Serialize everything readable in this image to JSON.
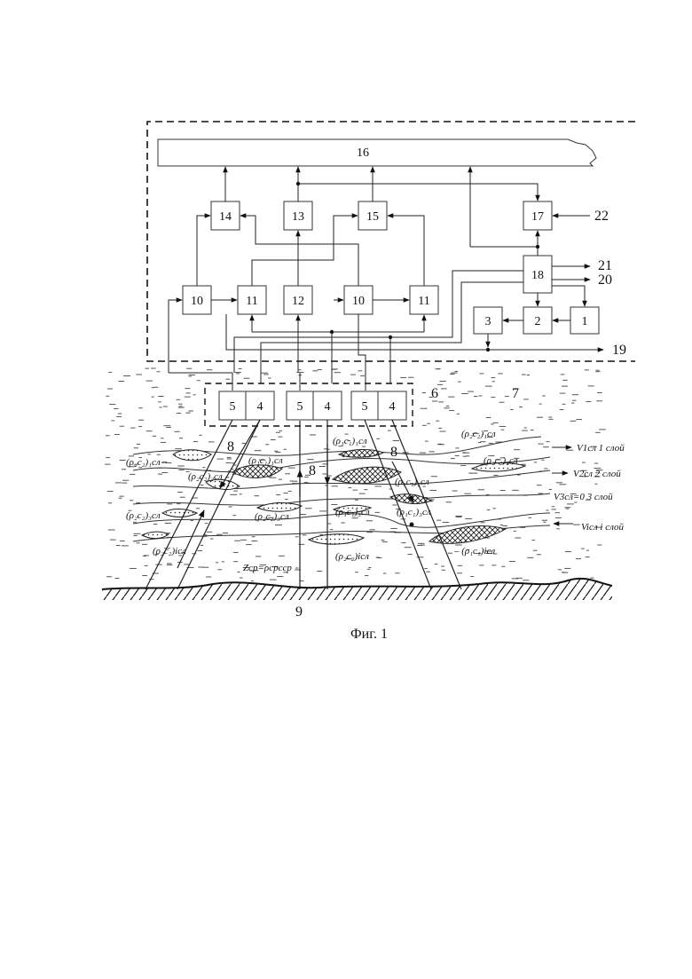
{
  "blocks": {
    "b1": "1",
    "b2": "2",
    "b3": "3",
    "b4a": "4",
    "b5a": "5",
    "b4b": "4",
    "b5b": "5",
    "b4c": "4",
    "b5c": "5",
    "b10a": "10",
    "b10b": "10",
    "b11a": "11",
    "b11b": "11",
    "b12": "12",
    "b13": "13",
    "b14": "14",
    "b15": "15",
    "b16": "16",
    "b17": "17",
    "b18": "18"
  },
  "numbers": {
    "n6": "6",
    "n7": "7",
    "n8a": "8",
    "n8b": "8",
    "n8c": "8",
    "n9": "9",
    "n19": "19",
    "n20": "20",
    "n21": "21",
    "n22": "22"
  },
  "inclusions": {
    "p2c2_1": "(ρ₂c₂)₁сл",
    "p2c2_1_right": "(ρ₂c₂)₁сл",
    "p1c1_1": "(ρ₁c₁)₁сл",
    "p1c1_1_mid": "(ρ₁c₁)₁сл",
    "p2c2_2": "(ρ₂c₂)₂сл",
    "p2c2_2_right": "(ρ₂c₂)₂сл",
    "p1c1_2": "(ρ₁c₁)₂сл",
    "p2c2_3": "(ρ₂c₂)₃сл",
    "p2c2_3_mid": "(ρ₂c₂)₃сл",
    "p1c1_3": "(ρ₁c₁)₃сл",
    "p1c1_3_right": "(ρ₁c₁)₃сл",
    "p2c2_i": "(ρ₂c₂)iсл",
    "p2c2_i_mid": "(ρ₂c₂)iсл",
    "p1c1_i": "– (ρ₁c₁)iсл",
    "zsr": "Zср=ρсрcср"
  },
  "layers": {
    "v1": "V1сл  1 слой",
    "v2": "V2сл  2 слой",
    "v3": "V3сл=0  3 слой",
    "vi": "Viсл   i слой"
  },
  "caption": "Фиг. 1"
}
